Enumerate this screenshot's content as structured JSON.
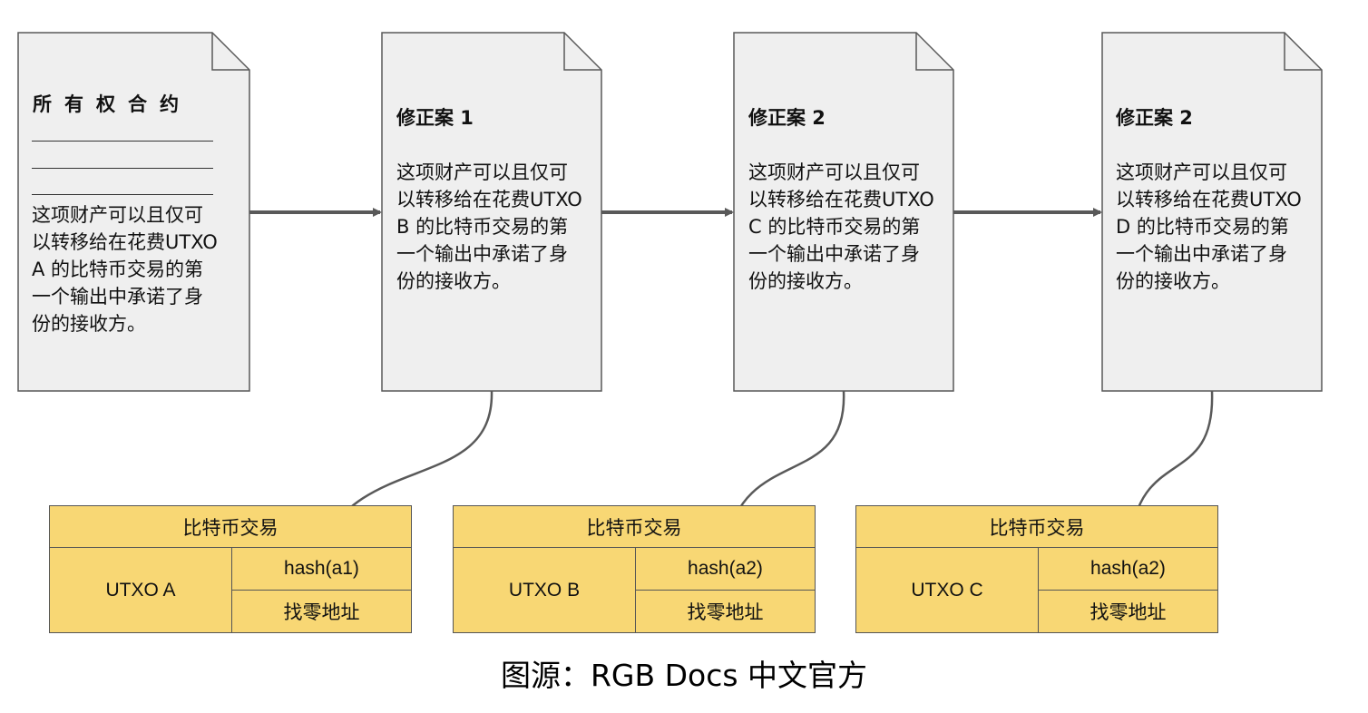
{
  "contract": {
    "title": "所有权合约",
    "body": "这项财产可以且仅可以转移给在花费UTXO A 的比特币交易的第一个输出中承诺了身份的接收方。"
  },
  "amendments": [
    {
      "title": "修正案 1",
      "body": "这项财产可以且仅可以转移给在花费UTXO B 的比特币交易的第一个输出中承诺了身份的接收方。"
    },
    {
      "title": "修正案 2",
      "body": "这项财产可以且仅可以转移给在花费UTXO C 的比特币交易的第一个输出中承诺了身份的接收方。"
    },
    {
      "title": "修正案 2",
      "body": "这项财产可以且仅可以转移给在花费UTXO D 的比特币交易的第一个输出中承诺了身份的接收方。"
    }
  ],
  "transactions": [
    {
      "header": "比特币交易",
      "utxo": "UTXO A",
      "output1": "hash(a1)",
      "output2": "找零地址"
    },
    {
      "header": "比特币交易",
      "utxo": "UTXO B",
      "output1": "hash(a2)",
      "output2": "找零地址"
    },
    {
      "header": "比特币交易",
      "utxo": "UTXO C",
      "output1": "hash(a2)",
      "output2": "找零地址"
    }
  ],
  "caption": "图源：RGB Docs 中文官方",
  "colors": {
    "document_fill": "#efefef",
    "document_stroke": "#595959",
    "table_fill": "#f8d774",
    "arrow": "#595959"
  }
}
